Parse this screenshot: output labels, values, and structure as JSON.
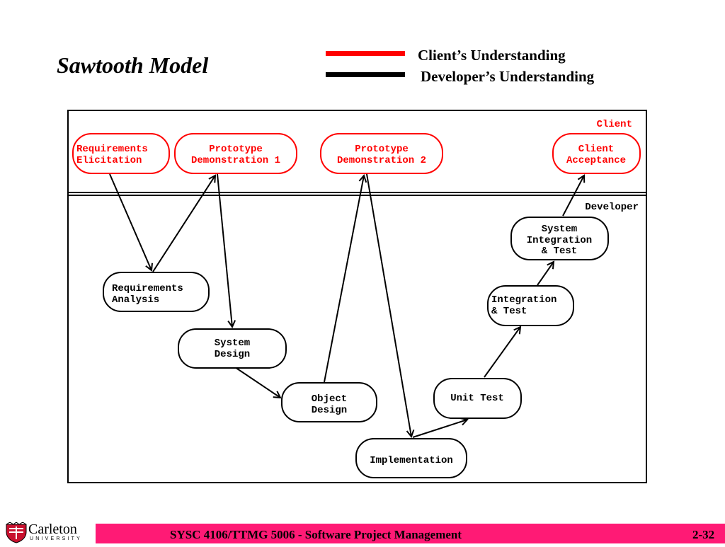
{
  "slide": {
    "title": "Sawtooth Model",
    "page_number": "2-32"
  },
  "legend": [
    {
      "label": "Client’s Understanding",
      "color": "#ff0000"
    },
    {
      "label": "Developer’s Understanding",
      "color": "#000000"
    }
  ],
  "lanes": {
    "client_label": "Client",
    "developer_label": "Developer"
  },
  "client_nodes": {
    "requirements_elicitation": [
      "Requirements",
      "Elicitation"
    ],
    "prototype_demo_1": [
      "Prototype",
      "Demonstration 1"
    ],
    "prototype_demo_2": [
      "Prototype",
      "Demonstration 2"
    ],
    "client_acceptance": [
      "Client",
      "Acceptance"
    ]
  },
  "developer_nodes": {
    "requirements_analysis": [
      "Requirements",
      "Analysis"
    ],
    "system_design": [
      "System",
      "Design"
    ],
    "object_design": [
      "Object",
      "Design"
    ],
    "implementation": [
      "Implementation"
    ],
    "unit_test": [
      "Unit Test"
    ],
    "integration_test": [
      "Integration",
      "& Test"
    ],
    "system_integration_test": [
      "System",
      "Integration",
      "& Test"
    ]
  },
  "footer": {
    "course": "SYSC 4106/TTMG 5006 - Software Project Management",
    "logo_name": "Carleton",
    "logo_sub": "UNIVERSITY"
  },
  "colors": {
    "client": "#ff0000",
    "developer": "#000000",
    "footer_bar": "#ff1a75"
  }
}
